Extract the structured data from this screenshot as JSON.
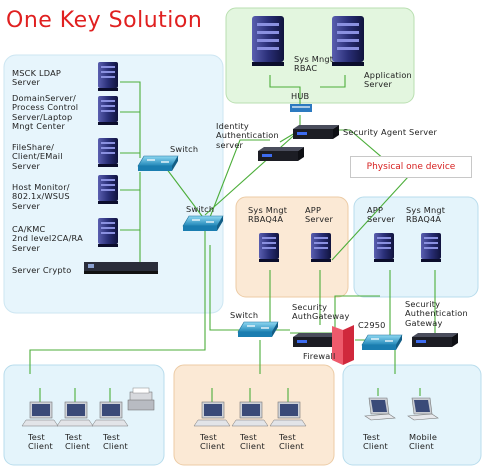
{
  "title": "One Key Solution",
  "callout": "Physical one device",
  "left_servers": [
    {
      "label": "MSCK LDAP\nServer"
    },
    {
      "label": "DomainServer/\nProcess Control\nServer/Laptop\nMngt Center"
    },
    {
      "label": "FileShare/\nClient/EMail\nServer"
    },
    {
      "label": "Host Monitor/\n802.1x/WSUS\nServer"
    },
    {
      "label": "CA/KMC\n2nd level2CA/RA\nServer"
    },
    {
      "label": "Server Crypto"
    }
  ],
  "top_panel": {
    "sys_label": "Sys Mngt\nRBAC",
    "app_label": "Application\nServer"
  },
  "hub_label": "HUB",
  "identity_label": "Identity\nAuthentication\nserver",
  "security_agent_label": "Security Agent Server",
  "switch_left_label": "Switch",
  "switch_center_label": "Switch",
  "mid_left_panel": {
    "sys_label": "Sys Mngt\nRBAQ4A",
    "app_label": "APP\nServer"
  },
  "mid_right_panel": {
    "app_label": "APP\nServer",
    "sys_label": "Sys Mngt\nRBAQ4A"
  },
  "switch_mid_label": "Switch",
  "security_auth_gateway_mid": "Security\nAuthGateway",
  "security_auth_gateway_right": "Security\nAuthentication\nGateway",
  "c2950_label": "C2950",
  "firewall_label": "Firewall",
  "client_groups": [
    {
      "clients": [
        "Test\nClient",
        "Test\nClient",
        "Test\nClient"
      ]
    },
    {
      "clients": [
        "Test\nClient",
        "Test\nClient",
        "Test\nClient"
      ]
    },
    {
      "clients": [
        "Test\nClient",
        "Mobile\nClient"
      ]
    }
  ],
  "colors": {
    "title": "#e02020",
    "link": "#4cae3a",
    "panel_green": "#e3f6df",
    "panel_blue": "#e4f4fb",
    "panel_orange": "#fbe9d5",
    "switch": "#3aa6d4"
  }
}
